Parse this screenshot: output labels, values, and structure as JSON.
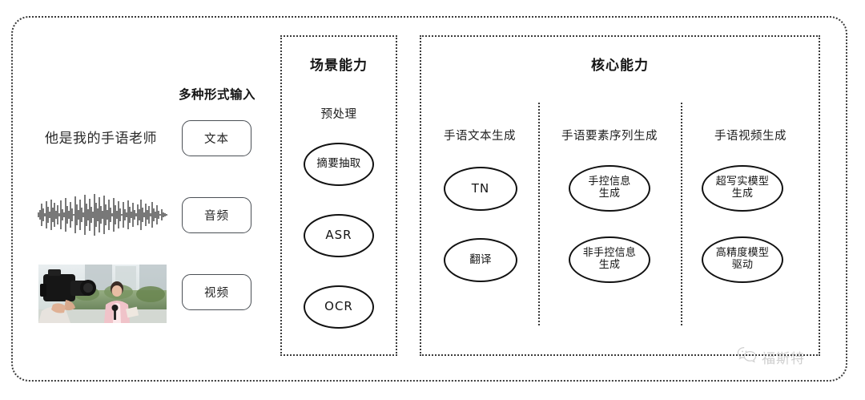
{
  "diagram": {
    "input_column": {
      "title": "多种形式输入",
      "sample_text": "他是我的手语老师",
      "buttons": [
        {
          "label": "文本",
          "icon": "text-icon"
        },
        {
          "label": "音频",
          "icon": "waveform-icon"
        },
        {
          "label": "视频",
          "icon": "video-thumbnail-icon"
        }
      ]
    },
    "scene_panel": {
      "title": "场景能力",
      "group_label": "预处理",
      "nodes": [
        {
          "label": "摘要抽取",
          "lines": [
            "摘要抽取"
          ]
        },
        {
          "label": "ASR",
          "lines": [
            "ASR"
          ]
        },
        {
          "label": "OCR",
          "lines": [
            "OCR"
          ]
        }
      ]
    },
    "core_panel": {
      "title": "核心能力",
      "columns": [
        {
          "label": "手语文本生成",
          "nodes": [
            {
              "label": "TN",
              "lines": [
                "TN"
              ]
            },
            {
              "label": "翻译",
              "lines": [
                "翻译"
              ]
            }
          ]
        },
        {
          "label": "手语要素序列生成",
          "nodes": [
            {
              "label": "手控信息生成",
              "lines": [
                "手控信息",
                "生成"
              ]
            },
            {
              "label": "非手控信息生成",
              "lines": [
                "非手控信息",
                "生成"
              ]
            }
          ]
        },
        {
          "label": "手语视频生成",
          "nodes": [
            {
              "label": "超写实模型生成",
              "lines": [
                "超写实模型",
                "生成"
              ]
            },
            {
              "label": "高精度模型驱动",
              "lines": [
                "高精度模型",
                "驱动"
              ]
            }
          ]
        }
      ]
    },
    "watermark": {
      "icon": "wechat-icon",
      "text": "福斯特"
    },
    "colors": {
      "border": "#3b3b3b",
      "node_border": "#111111",
      "text": "#141414",
      "watermark": "#8d8d8d"
    }
  }
}
